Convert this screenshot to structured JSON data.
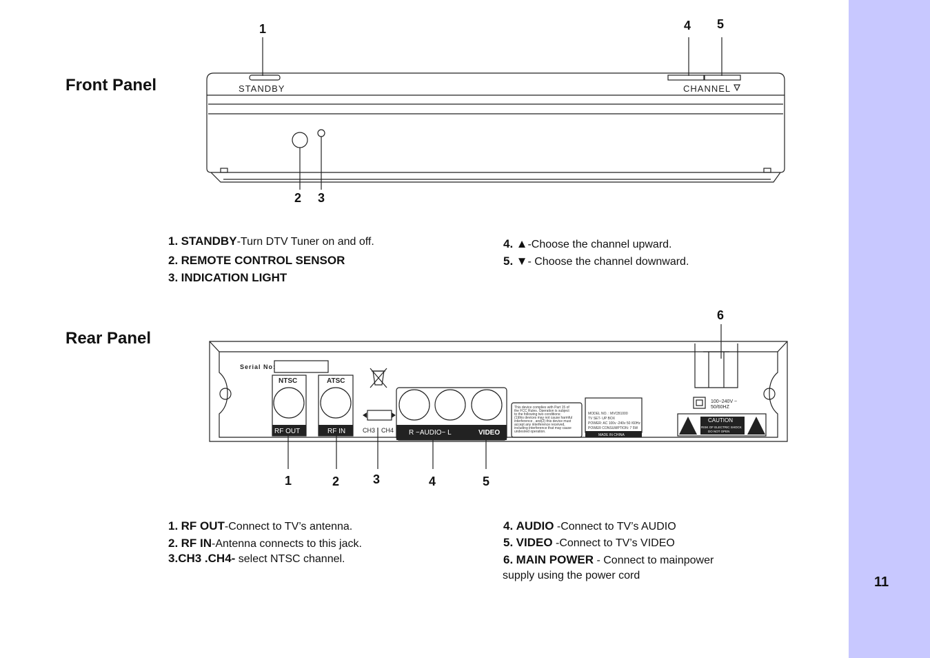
{
  "page_number": "11",
  "front": {
    "title": "Front Panel",
    "labels": {
      "standby": "STANDBY",
      "channel": "CHANNEL"
    },
    "callouts": [
      "1",
      "2",
      "3",
      "4",
      "5"
    ],
    "items": [
      {
        "num": "1.",
        "name": "STANDBY",
        "text": "-Turn DTV Tuner on and off."
      },
      {
        "num": "2.",
        "name": "REMOTE CONTROL SENSOR",
        "text": ""
      },
      {
        "num": "3.",
        "name": "INDICATION LIGHT",
        "text": ""
      },
      {
        "num": "4.",
        "name": "▲",
        "text": "-Choose the channel upward."
      },
      {
        "num": "5.",
        "name": "▼",
        "text": "- Choose the channel downward."
      }
    ]
  },
  "rear": {
    "title": "Rear Panel",
    "labels": {
      "serial": "Serial  No:",
      "ntsc": "NTSC",
      "atsc": "ATSC",
      "rf_out": "RF OUT",
      "rf_in": "RF  IN",
      "ch3": "CH3",
      "ch4": "CH4",
      "audio": "R  −AUDIO−  L",
      "video": "VIDEO",
      "fcc": [
        "This device complies with Part 15 of",
        "the FCC Rules. Operation is subject",
        "to the following two conditions:",
        "(1)this devices may not cause harmful",
        "interference , and(2) this device must",
        "accept any interference received,",
        "including  interference that may cause",
        "undesired operation."
      ],
      "model": [
        "MODEL NO. : MVCB1000",
        "TV SET- UP BOX",
        "POWER: AC 100v -240v  50 /60Hz",
        "POWER  CONSUMPTION:  7  5W"
      ],
      "made_in": "MADE  IN CHINA",
      "voltage": [
        "100~240V ~",
        "50/60HZ"
      ],
      "caution": "CAUTION",
      "caution_sub": [
        "RISK OF ELECTRIC SHOCK",
        "DO NOT OPEN"
      ]
    },
    "callouts": [
      "1",
      "2",
      "3",
      "4",
      "5",
      "6"
    ],
    "items": [
      {
        "num": "1.",
        "name": "RF OUT",
        "text": "-Connect to TV’s antenna."
      },
      {
        "num": "2.",
        "name": "RF IN",
        "text": "-Antenna connects to this jack."
      },
      {
        "num": "3.",
        "name": "CH3 .CH4-",
        "text": " select NTSC channel."
      },
      {
        "num": "4.",
        "name": "AUDIO",
        "text": " -Connect to TV’s AUDIO"
      },
      {
        "num": "5.",
        "name": "VIDEO",
        "text": " -Connect to TV’s VIDEO"
      },
      {
        "num": "6.",
        "name": "MAIN POWER",
        "text": " -  Connect to mainpower"
      }
    ],
    "item6_line2": "supply using the power cord"
  }
}
